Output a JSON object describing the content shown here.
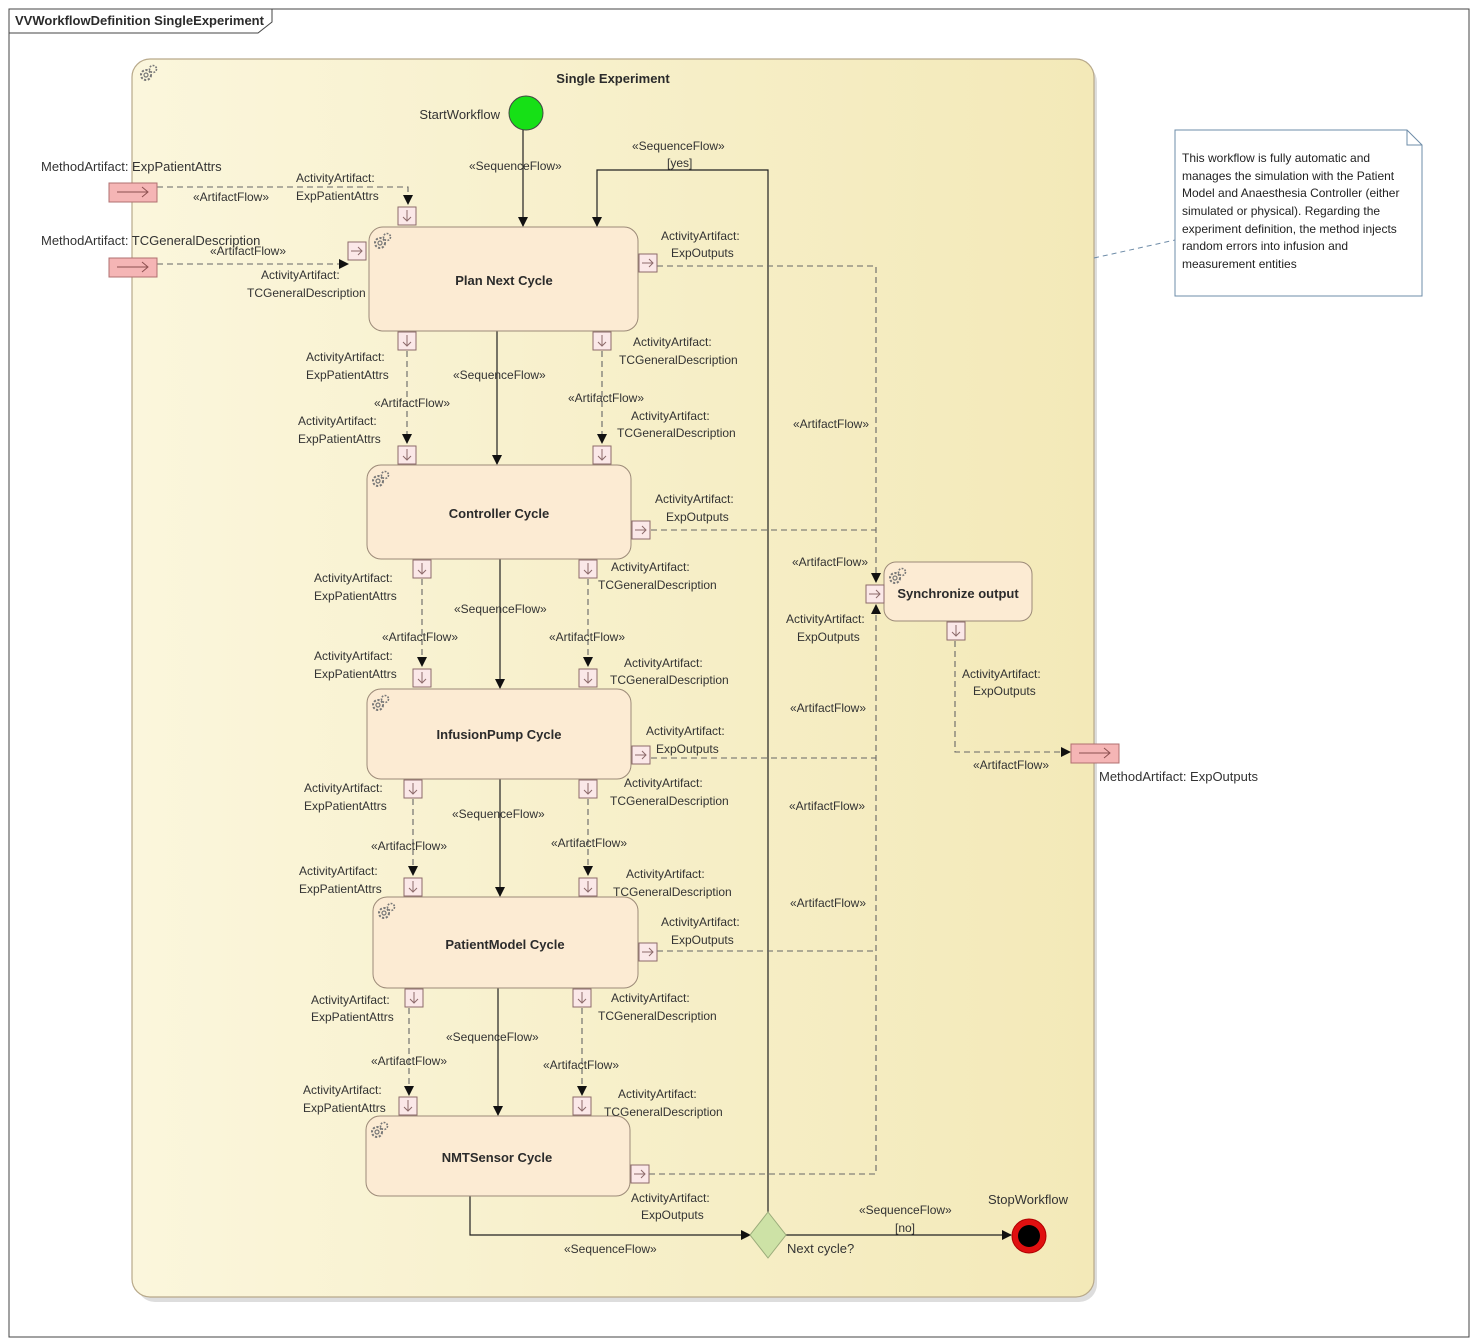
{
  "frame": {
    "title": "VVWorkflowDefinition SingleExperiment"
  },
  "container": {
    "title": "Single Experiment"
  },
  "start": {
    "label": "StartWorkflow"
  },
  "stop": {
    "label": "StopWorkflow"
  },
  "decision": {
    "label": "Next cycle?"
  },
  "note": {
    "lines": [
      "This workflow is fully automatic and",
      "manages the simulation with the Patient",
      "Model and Anaesthesia Controller (either",
      "simulated or physical).  Regarding the",
      "experiment definition, the method injects",
      "random errors into infusion and",
      "measurement entities"
    ]
  },
  "method_artifacts": {
    "patient_attrs": "MethodArtifact: ExpPatientAttrs",
    "tc_general": "MethodArtifact: TCGeneralDescription",
    "exp_outputs": "MethodArtifact: ExpOutputs"
  },
  "activities": {
    "plan": "Plan Next Cycle",
    "controller": "Controller Cycle",
    "infusion": "InfusionPump Cycle",
    "patient": "PatientModel Cycle",
    "nmt": "NMTSensor Cycle",
    "sync": "Synchronize output"
  },
  "labels": {
    "sequence_flow": "«SequenceFlow»",
    "artifact_flow": "«ArtifactFlow»",
    "activity_artifact": "ActivityArtifact:",
    "exp_patient_attrs": "ExpPatientAttrs",
    "tc_general_description": "TCGeneralDescription",
    "exp_outputs": "ExpOutputs",
    "yes": "[yes]",
    "no": "[no]"
  },
  "colors": {
    "container_fill": "#f7efc4",
    "activity_fill": "#fcebd3",
    "pin_fill": "#fbe8e8",
    "method_artifact_fill": "#f5b5b5",
    "start_fill": "#16e016",
    "stop_fill": "#000000",
    "stop_ring": "#e01010",
    "decision_fill": "#cde2a6",
    "note_stroke": "#6e8ca8"
  }
}
